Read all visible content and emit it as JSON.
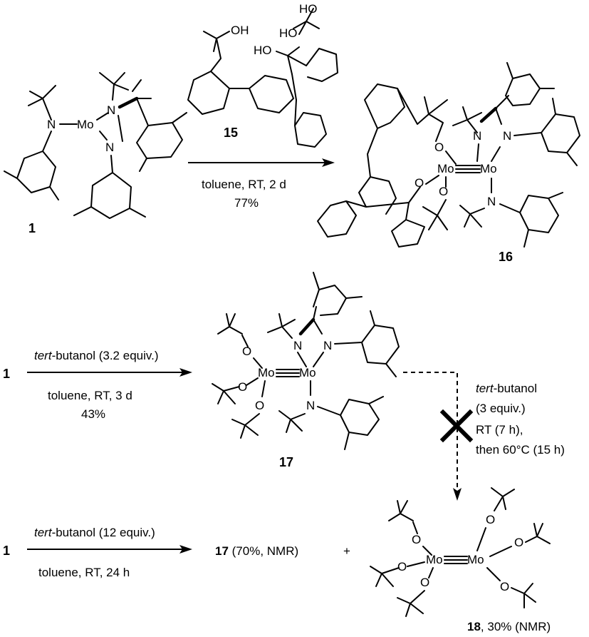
{
  "compounds": {
    "c1": "1",
    "c15": "15",
    "c16": "16",
    "c17": "17",
    "c18": "18"
  },
  "atoms": {
    "N": "N",
    "Mo": "Mo",
    "O": "O",
    "OH": "OH",
    "HO": "HO"
  },
  "reactions": {
    "r1": {
      "conditions": "toluene, RT, 2 d",
      "yield": "77%"
    },
    "r2": {
      "reagent_italic": "tert",
      "reagent_rest": "-butanol (3.2 equiv.)",
      "conditions": "toluene, RT, 3 d",
      "yield": "43%"
    },
    "r3": {
      "reagent_italic": "tert",
      "reagent_rest": "-butanol",
      "line2": "(3 equiv.)",
      "line3": "RT (7 h),",
      "line4": "then 60°C (15 h)"
    },
    "r4": {
      "reagent_italic": "tert",
      "reagent_rest": "-butanol (12 equiv.)",
      "conditions": "toluene, RT, 24 h"
    }
  },
  "products": {
    "p17": {
      "num": "17",
      "rest": " (70%, NMR)"
    },
    "plus": "+",
    "p18": {
      "num": "18",
      "rest": ", 30% (NMR)"
    }
  },
  "symbols": {
    "blocked": "cross-mark"
  }
}
